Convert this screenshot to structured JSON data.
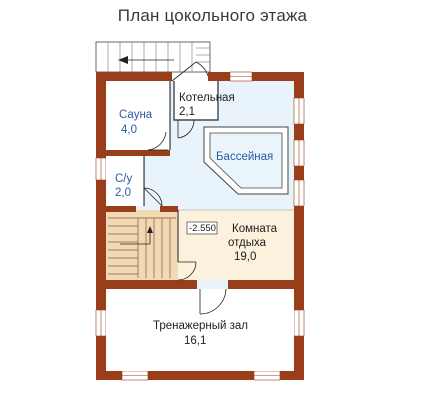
{
  "plan": {
    "title": "План цокольного этажа",
    "level_mark": "-2.550",
    "colors": {
      "wall": "#9a3d1a",
      "pool_floor": "#e8f3fb",
      "stair_floor": "#f1d9b6",
      "rest_floor": "#fbf1dc",
      "room_label": "#2c5aa0"
    },
    "rooms": [
      {
        "id": "sauna",
        "name": "Сауна",
        "area": "4,0"
      },
      {
        "id": "boiler",
        "name": "Котельная",
        "area": "2,1"
      },
      {
        "id": "pool",
        "name": "Бассейная",
        "area": ""
      },
      {
        "id": "wc",
        "name": "С/у",
        "area": "2,0"
      },
      {
        "id": "rest",
        "name": "Комната отдыха",
        "name_line1": "Комната",
        "name_line2": "отдыха",
        "area": "19,0"
      },
      {
        "id": "gym",
        "name": "Тренажерный зал",
        "area": "16,1"
      }
    ]
  }
}
